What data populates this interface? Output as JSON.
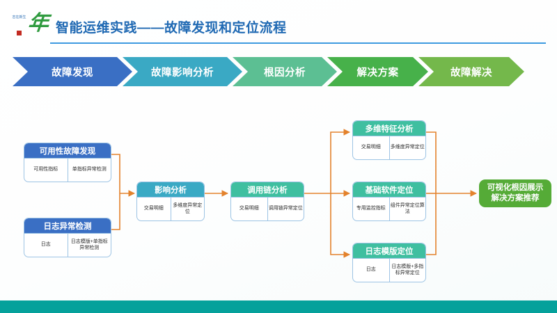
{
  "slide": {
    "title": "智能运维实践——故障发现和定位流程",
    "title_color": "#1f69b3",
    "rule_color": "#3d9ae0",
    "bottom_band_color": "#05a19b",
    "logo": {
      "brush_glyph": "年",
      "vertical_text": "志在新生",
      "seal_name": "red-seal"
    }
  },
  "process_bar": {
    "steps": [
      {
        "label": "故障发现",
        "color": "#3a6fc4"
      },
      {
        "label": "故障影响分析",
        "color": "#3aa9c4"
      },
      {
        "label": "根因分析",
        "color": "#5cbf93"
      },
      {
        "label": "解决方案",
        "color": "#47b14a"
      },
      {
        "label": "故障解决",
        "color": "#74b84b"
      }
    ]
  },
  "diagram": {
    "connector_color": "#e3822c",
    "nodes": [
      {
        "id": "availability-fault-discovery",
        "title": "可用性故障发现",
        "header_color": "#3a6fc4",
        "cells": [
          "可用性指标",
          "单指标异常检测"
        ]
      },
      {
        "id": "log-anomaly-detection",
        "title": "日志异常检测",
        "header_color": "#3a6fc4",
        "cells": [
          "日志",
          "日志模版+单指标异常检测"
        ]
      },
      {
        "id": "impact-analysis",
        "title": "影响分析",
        "header_color": "#3aa9c4",
        "cells": [
          "交易明细",
          "多维度异常定位"
        ]
      },
      {
        "id": "trace-analysis",
        "title": "调用链分析",
        "header_color": "#3fbfa0",
        "cells": [
          "交易明细",
          "调用链异常定位"
        ]
      },
      {
        "id": "multidim-feature-analysis",
        "title": "多维特征分析",
        "header_color": "#3fbfa0",
        "cells": [
          "交易明细",
          "多维度异常定位"
        ]
      },
      {
        "id": "infrastructure-software-location",
        "title": "基础软件定位",
        "header_color": "#3fbfa0",
        "cells": [
          "专用监控指标",
          "组件异常定位算法"
        ]
      },
      {
        "id": "log-template-location",
        "title": "日志模版定位",
        "header_color": "#3fbfa0",
        "cells": [
          "日志",
          "日志模版+多指标异常定位"
        ]
      }
    ],
    "result": {
      "id": "root-cause-visualization",
      "label": "可视化根因展示\n解决方案推荐",
      "color": "#55ab37"
    }
  }
}
